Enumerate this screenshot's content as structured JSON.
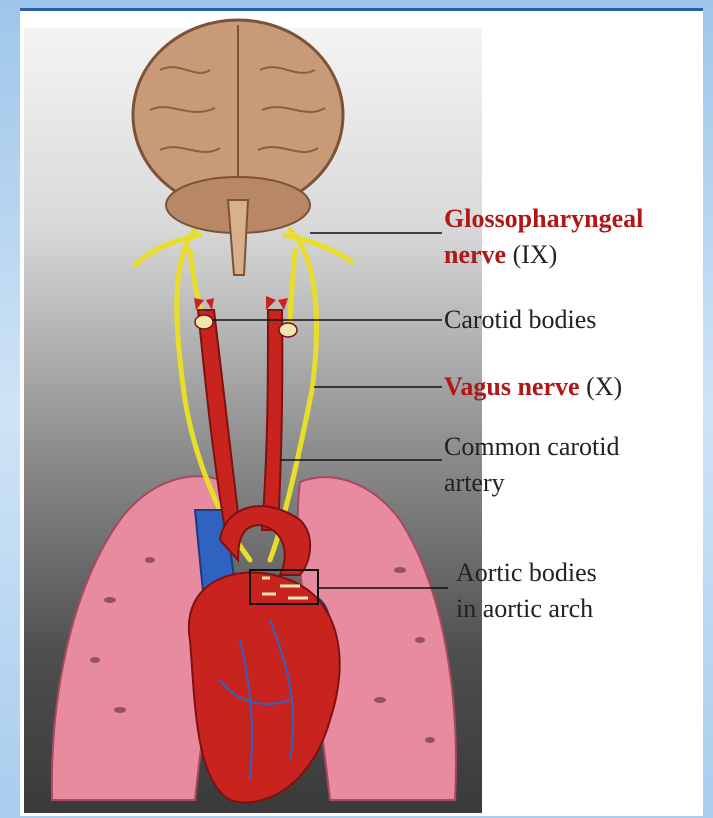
{
  "labels": {
    "glosso_name": "Glossopharyngeal",
    "glosso_nerve_word": "nerve",
    "glosso_numeral": "(IX)",
    "carotid_bodies": "Carotid bodies",
    "vagus_name": "Vagus nerve",
    "vagus_numeral": "(X)",
    "common_carotid_line1": "Common carotid",
    "common_carotid_line2": "artery",
    "aortic_line1": "Aortic bodies",
    "aortic_line2": "in aortic arch"
  },
  "colors": {
    "nerve": "#e8de2a",
    "artery": "#c8231f",
    "vein": "#2f63c2",
    "lung": "#e88aa0",
    "brain": "#c99a78",
    "label_highlight": "#b01717"
  }
}
